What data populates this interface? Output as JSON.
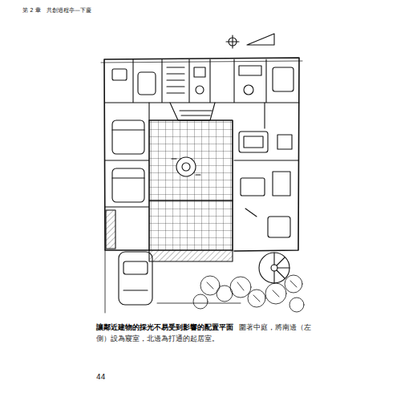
{
  "diagram": {
    "title": "讓鄰近建物的採光不易受到影響的配置平面",
    "caption": "圍著中庭，將南邊（左側）設為寢室，北邊為打通的起居室。",
    "labels": [
      "第 2 章　共創過程亭—下慶",
      "44"
    ]
  }
}
